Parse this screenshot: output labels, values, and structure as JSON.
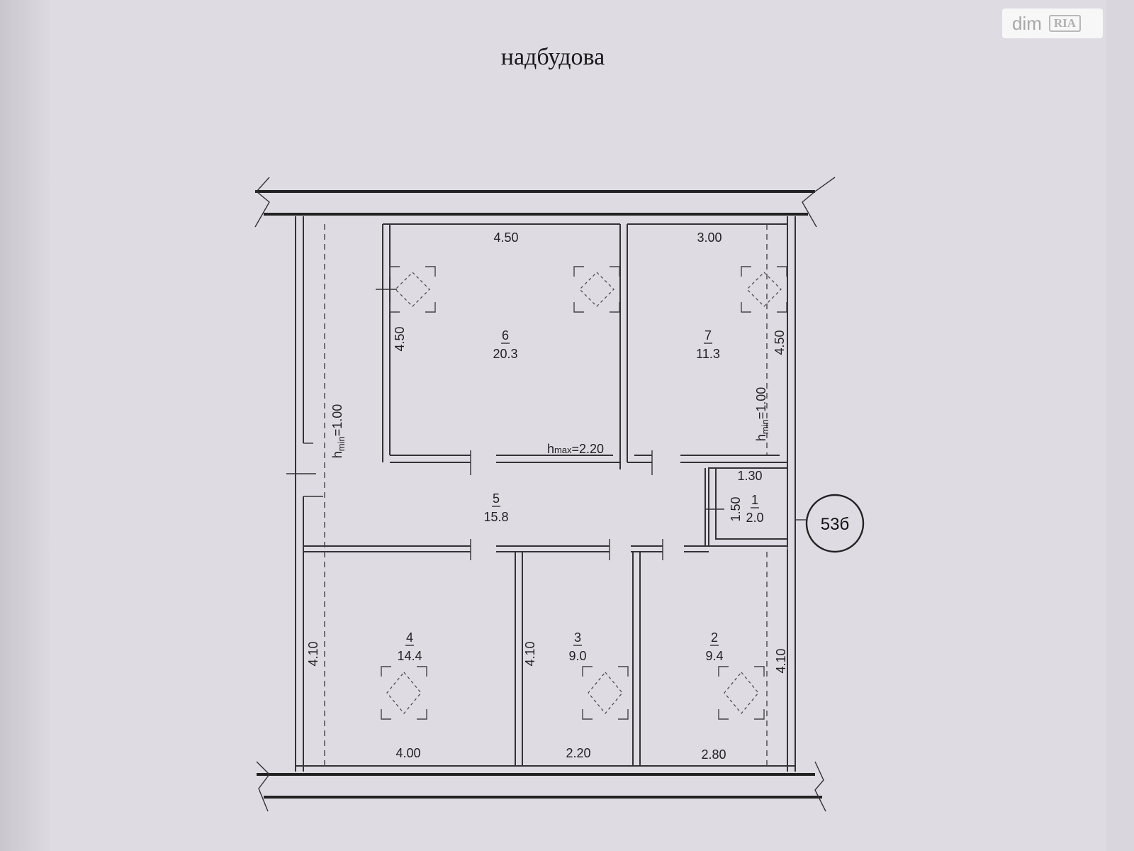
{
  "title": "надбудова",
  "watermark": {
    "brand_text": "dim",
    "logo_label": "RIA"
  },
  "plan_marker": "53б",
  "rooms": [
    {
      "id": "room-1",
      "number": "1",
      "area": "2.0"
    },
    {
      "id": "room-2",
      "number": "2",
      "area": "9.4"
    },
    {
      "id": "room-3",
      "number": "3",
      "area": "9.0"
    },
    {
      "id": "room-4",
      "number": "4",
      "area": "14.4"
    },
    {
      "id": "room-5",
      "number": "5",
      "area": "15.8"
    },
    {
      "id": "room-6",
      "number": "6",
      "area": "20.3"
    },
    {
      "id": "room-7",
      "number": "7",
      "area": "11.3"
    }
  ],
  "dimensions": {
    "room6_width": "4.50",
    "room7_width": "3.00",
    "room6_height": "4.50",
    "room7_height": "4.50",
    "room1_width": "1.30",
    "room1_height": "1.50",
    "room4_width": "4.00",
    "room3_width": "2.20",
    "room2_width": "2.80",
    "room4_height": "4.10",
    "room3_height": "4.10",
    "room2_height": "4.10"
  },
  "heights": {
    "hmin_left": {
      "prefix": "h",
      "sub": "min",
      "value": "=1.00"
    },
    "hmin_right": {
      "prefix": "h",
      "sub": "min",
      "value": "=1.00"
    },
    "hmax": {
      "prefix": "h",
      "sub": "max",
      "value": "=2.20"
    }
  }
}
